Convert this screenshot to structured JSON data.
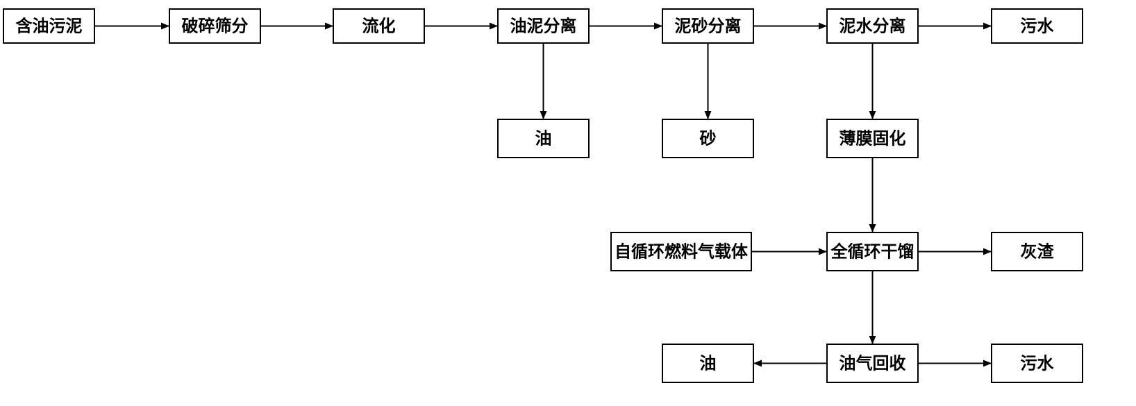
{
  "nodes": [
    {
      "id": "oily-sludge",
      "label": "含油污泥"
    },
    {
      "id": "crush-screen",
      "label": "破碎筛分"
    },
    {
      "id": "fluidize",
      "label": "流化"
    },
    {
      "id": "oil-sludge-separation",
      "label": "油泥分离"
    },
    {
      "id": "sludge-sand-separation",
      "label": "泥砂分离"
    },
    {
      "id": "sludge-water-separation",
      "label": "泥水分离"
    },
    {
      "id": "wastewater-1",
      "label": "污水"
    },
    {
      "id": "oil-1",
      "label": "油"
    },
    {
      "id": "sand",
      "label": "砂"
    },
    {
      "id": "thin-film-solidify",
      "label": "薄膜固化"
    },
    {
      "id": "fuel-gas-carrier",
      "label": "自循环燃料气载体"
    },
    {
      "id": "full-cycle-dry-distill",
      "label": "全循环干馏"
    },
    {
      "id": "ash-residue",
      "label": "灰渣"
    },
    {
      "id": "oil-2",
      "label": "油"
    },
    {
      "id": "oil-gas-recovery",
      "label": "油气回收"
    },
    {
      "id": "wastewater-2",
      "label": "污水"
    }
  ],
  "edges": [
    {
      "from": "oily-sludge",
      "to": "crush-screen"
    },
    {
      "from": "crush-screen",
      "to": "fluidize"
    },
    {
      "from": "fluidize",
      "to": "oil-sludge-separation"
    },
    {
      "from": "oil-sludge-separation",
      "to": "sludge-sand-separation"
    },
    {
      "from": "sludge-sand-separation",
      "to": "sludge-water-separation"
    },
    {
      "from": "sludge-water-separation",
      "to": "wastewater-1"
    },
    {
      "from": "oil-sludge-separation",
      "to": "oil-1"
    },
    {
      "from": "sludge-sand-separation",
      "to": "sand"
    },
    {
      "from": "sludge-water-separation",
      "to": "thin-film-solidify"
    },
    {
      "from": "thin-film-solidify",
      "to": "full-cycle-dry-distill"
    },
    {
      "from": "fuel-gas-carrier",
      "to": "full-cycle-dry-distill"
    },
    {
      "from": "full-cycle-dry-distill",
      "to": "ash-residue"
    },
    {
      "from": "full-cycle-dry-distill",
      "to": "oil-gas-recovery"
    },
    {
      "from": "oil-gas-recovery",
      "to": "oil-2"
    },
    {
      "from": "oil-gas-recovery",
      "to": "wastewater-2"
    }
  ]
}
